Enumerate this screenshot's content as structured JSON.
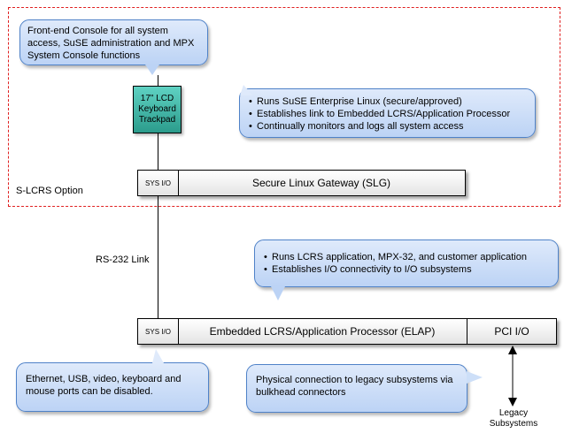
{
  "slcrs_option_label": "S-LCRS Option",
  "rs232_label": "RS-232 Link",
  "console_callout": "Front-end Console for all system access, SuSE administration and MPX System Console functions",
  "lcd_box": {
    "line1": "17\" LCD",
    "line2": "Keyboard",
    "line3": "Trackpad"
  },
  "slg_callout": [
    "Runs SuSE Enterprise Linux (secure/approved)",
    "Establishes link to Embedded LCRS/Application Processor",
    "Continually monitors and logs all system access"
  ],
  "slg_bar": {
    "sys_io": "SYS I/O",
    "title": "Secure Linux Gateway (SLG)"
  },
  "elap_callout": [
    "Runs LCRS application, MPX-32, and customer application",
    "Establishes I/O connectivity to I/O subsystems"
  ],
  "elap_bar": {
    "sys_io": "SYS I/O",
    "title": "Embedded LCRS/Application Processor (ELAP)",
    "pci_io": "PCI I/O"
  },
  "ports_callout": "Ethernet, USB, video, keyboard and mouse ports can be disabled.",
  "physical_callout": "Physical connection to legacy subsystems via bulkhead connectors",
  "legacy_label": {
    "line1": "Legacy",
    "line2": "Subsystems"
  }
}
